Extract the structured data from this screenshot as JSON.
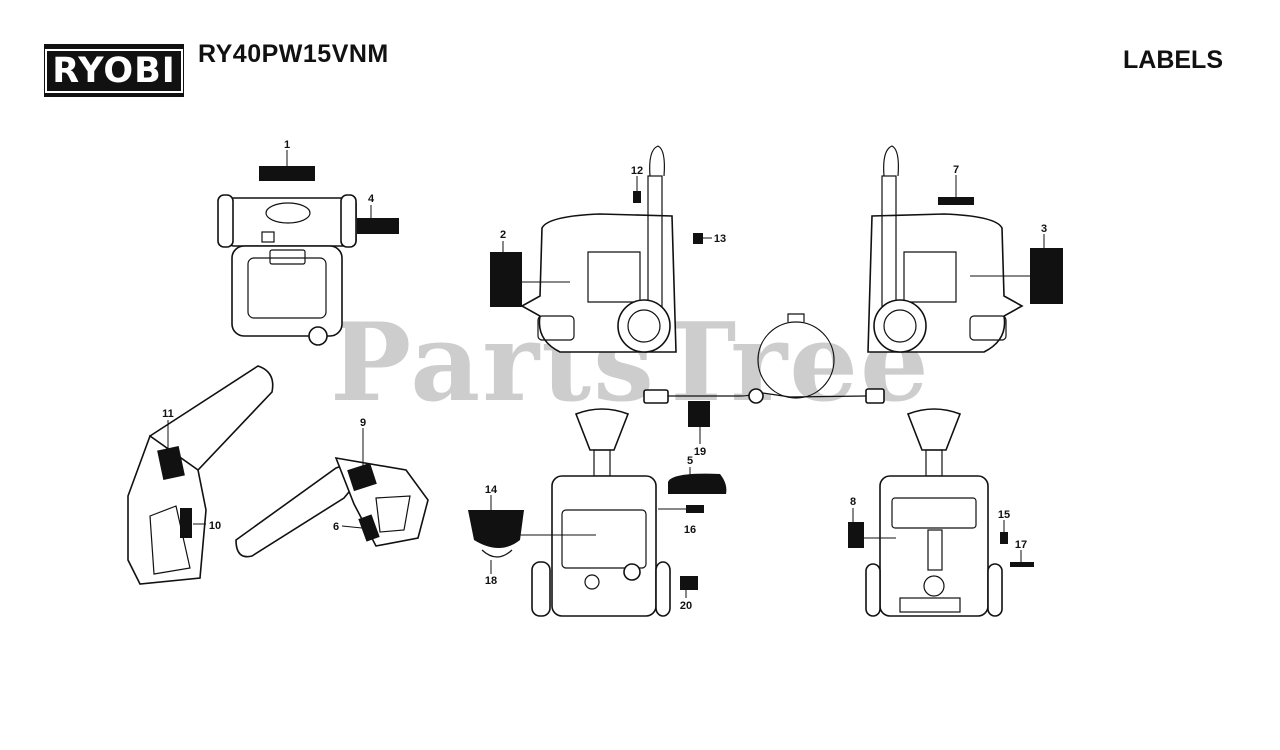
{
  "brand": {
    "logo_text": "RYOBI"
  },
  "header": {
    "model": "RY40PW15VNM",
    "section": "LABELS"
  },
  "watermark": "PartsTree",
  "callouts": [
    "1",
    "2",
    "3",
    "4",
    "5",
    "6",
    "7",
    "8",
    "9",
    "10",
    "11",
    "12",
    "13",
    "14",
    "15",
    "16",
    "17",
    "18",
    "19",
    "20"
  ]
}
